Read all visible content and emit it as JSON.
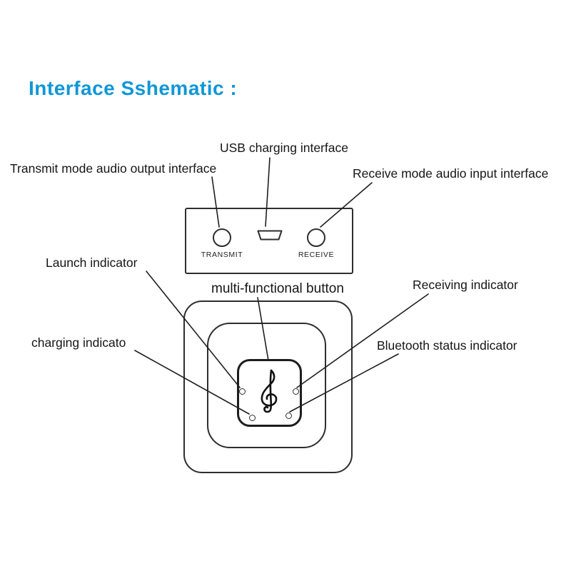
{
  "title": "Interface Sshematic :",
  "labels": {
    "usb": "USB charging interface",
    "transmit_out": "Transmit mode audio output interface",
    "receive_in": "Receive mode audio input interface",
    "multi_button": "multi-functional button",
    "launch": "Launch indicator",
    "receiving": "Receiving indicator",
    "charging": "charging indicato",
    "bluetooth": "Bluetooth status indicator"
  },
  "device_top": {
    "transmit_port_label": "TRANSMIT",
    "receive_port_label": "RECEIVE"
  },
  "colors": {
    "title": "#0f97d6",
    "line": "#1f1f1f",
    "outline": "#2e2e2e",
    "background": "#ffffff"
  }
}
